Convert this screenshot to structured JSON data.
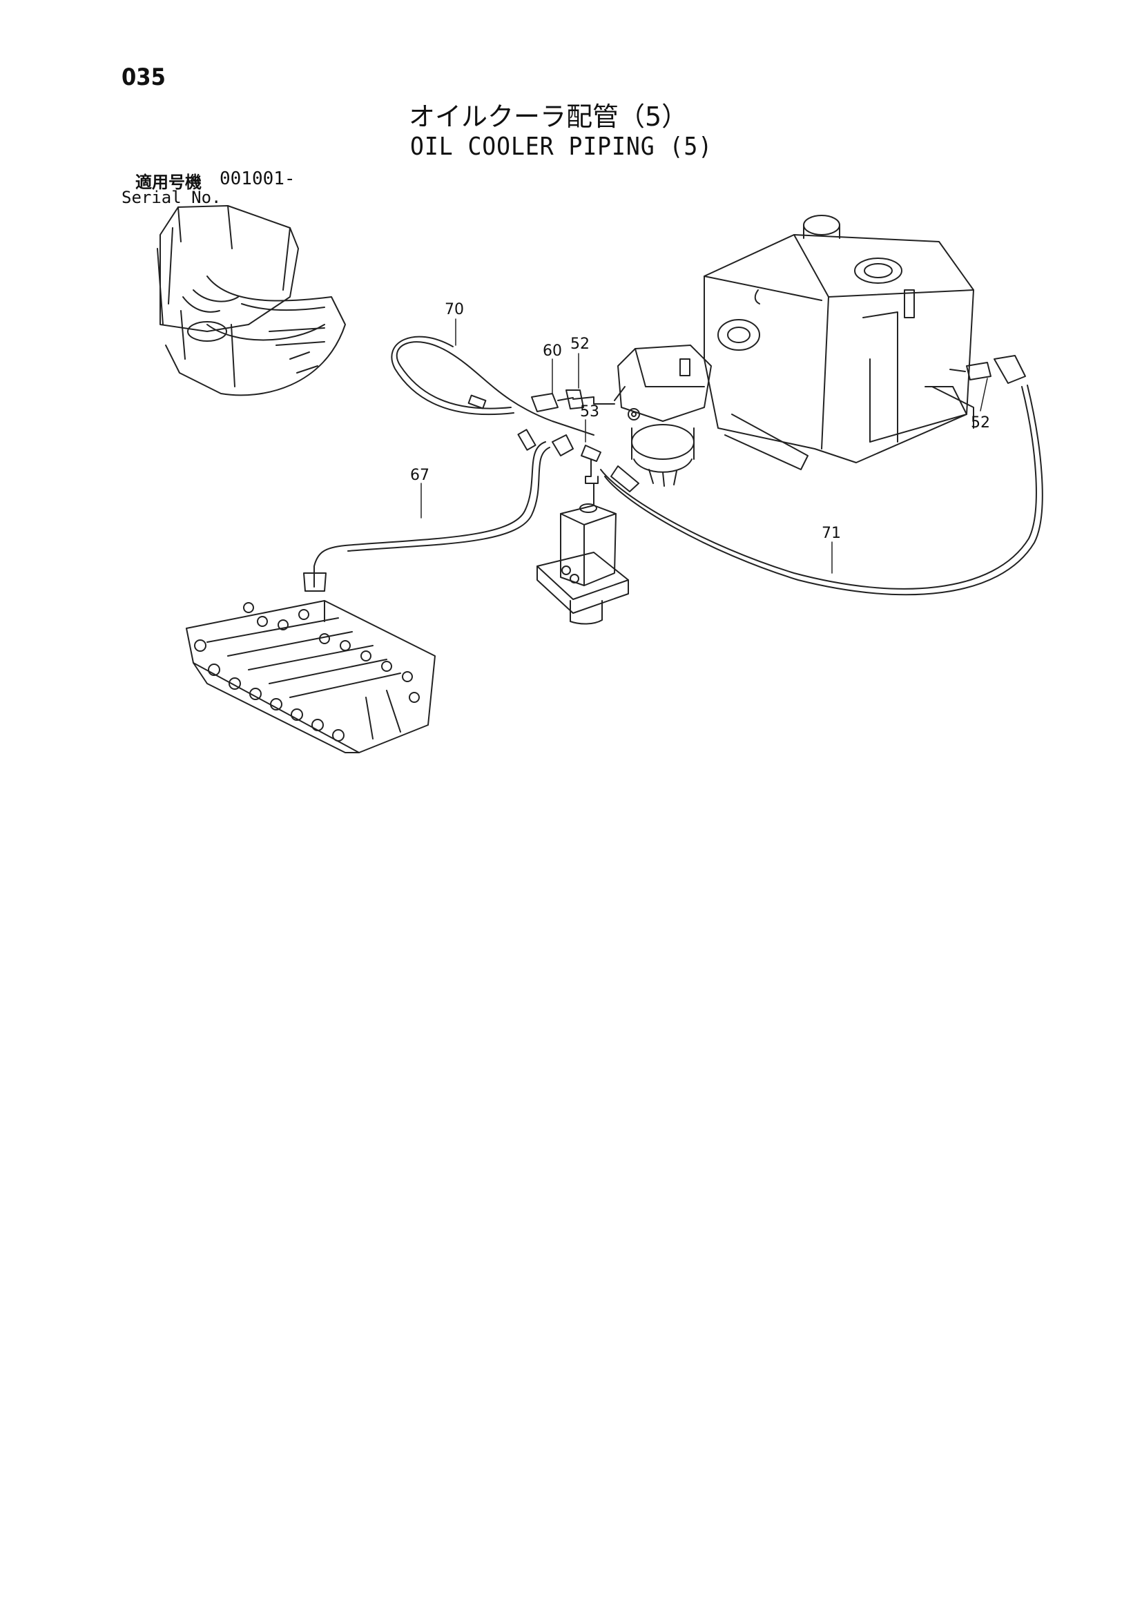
{
  "page_number": "035",
  "title_jp": "オイルクーラ配管（5）",
  "title_en": "OIL COOLER PIPING (5)",
  "serial_label_jp": "適用号機",
  "serial_range": "001001-",
  "serial_label_en": "Serial No.",
  "callouts": {
    "c70": "70",
    "c60": "60",
    "c52_upper": "52",
    "c53": "53",
    "c67": "67",
    "c71": "71",
    "c52_right": "52"
  },
  "colors": {
    "line": "#222222",
    "paper": "#ffffff"
  }
}
